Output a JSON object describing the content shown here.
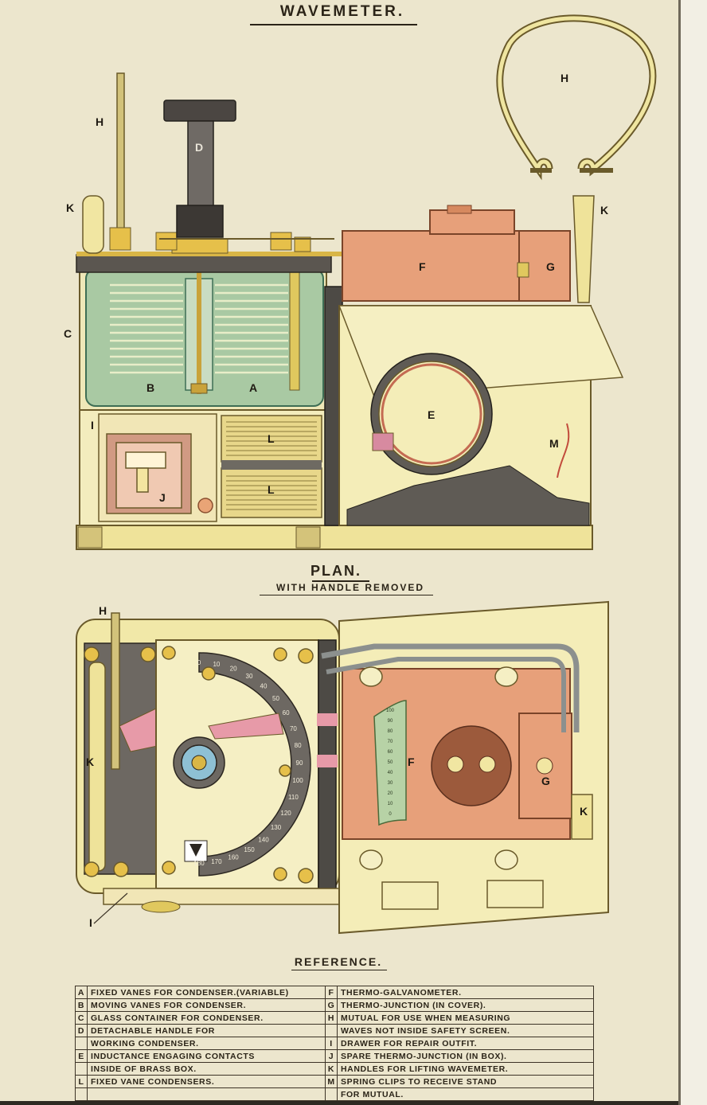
{
  "title": "WAVEMETER.",
  "plan_title": "PLAN.",
  "plan_subtitle": "WITH HANDLE REMOVED",
  "reference_title": "REFERENCE.",
  "elevation_labels": {
    "h_ring": "H",
    "h_rod": "H",
    "d": "D",
    "k_left": "K",
    "k_right": "K",
    "f": "F",
    "g": "G",
    "c": "C",
    "b": "B",
    "a": "A",
    "e": "E",
    "m": "M",
    "i": "I",
    "l_top": "L",
    "l_bottom": "L",
    "j": "J"
  },
  "plan_labels": {
    "h": "H",
    "k_left": "K",
    "k_right": "K",
    "f": "F",
    "g": "G",
    "i": "I"
  },
  "dial_scale": [
    "0",
    "10",
    "20",
    "30",
    "40",
    "50",
    "60",
    "70",
    "80",
    "90",
    "100",
    "110",
    "120",
    "130",
    "140",
    "150",
    "160",
    "170",
    "180"
  ],
  "galvo_scale": [
    "0",
    "10",
    "20",
    "30",
    "40",
    "50",
    "60",
    "70",
    "80",
    "90",
    "100"
  ],
  "reference": [
    {
      "k1": "A",
      "d1": "FIXED VANES FOR CONDENSER.(VARIABLE)",
      "k2": "F",
      "d2": "THERMO-GALVANOMETER."
    },
    {
      "k1": "B",
      "d1": "MOVING VANES FOR CONDENSER.",
      "k2": "G",
      "d2": "THERMO-JUNCTION (IN COVER)."
    },
    {
      "k1": "C",
      "d1": "GLASS CONTAINER FOR CONDENSER.",
      "k2": "H",
      "d2": "MUTUAL FOR USE WHEN MEASURING"
    },
    {
      "k1": "D",
      "d1": "DETACHABLE HANDLE FOR",
      "k2": "",
      "d2": "WAVES NOT INSIDE SAFETY SCREEN."
    },
    {
      "k1": "",
      "d1": "WORKING CONDENSER.",
      "k2": "I",
      "d2": "DRAWER FOR REPAIR OUTFIT."
    },
    {
      "k1": "E",
      "d1": "INDUCTANCE ENGAGING CONTACTS",
      "k2": "J",
      "d2": "SPARE THERMO-JUNCTION (IN BOX)."
    },
    {
      "k1": "",
      "d1": "INSIDE OF BRASS BOX.",
      "k2": "K",
      "d2": "HANDLES FOR LIFTING WAVEMETER."
    },
    {
      "k1": "L",
      "d1": "FIXED VANE CONDENSERS.",
      "k2": "M",
      "d2": "SPRING CLIPS TO RECEIVE STAND"
    },
    {
      "k1": "",
      "d1": "",
      "k2": "",
      "d2": "FOR MUTUAL."
    }
  ]
}
